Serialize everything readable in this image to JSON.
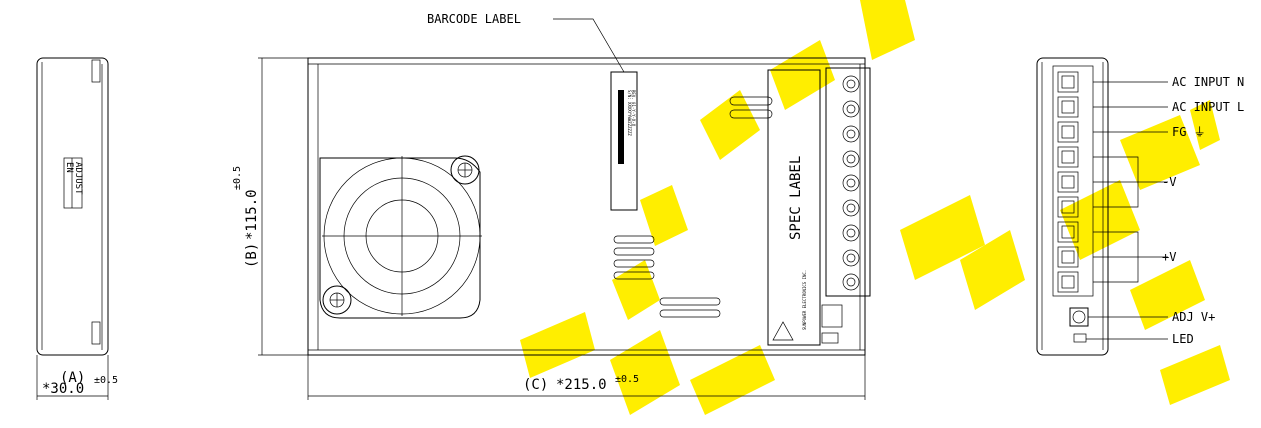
{
  "drawing": {
    "barcode_label": "BARCODE LABEL",
    "spec_label": "SPEC LABEL",
    "side_label": "ADJUST",
    "side_label_2": "EN",
    "dim_a": {
      "name": "(A)",
      "value": "*30.0",
      "tol": "±0.5"
    },
    "dim_b": {
      "name": "(B)",
      "value": "*115.0",
      "tol": "±0.5"
    },
    "dim_c": {
      "name": "(C)",
      "value": "*215.0",
      "tol": "±0.5"
    },
    "terminals": [
      {
        "label": "AC INPUT N"
      },
      {
        "label": "AC INPUT L"
      },
      {
        "label": "FG ⏚"
      },
      {
        "label": "-V"
      },
      {
        "label": "+V"
      },
      {
        "label": "ADJ V+"
      },
      {
        "label": "LED"
      }
    ],
    "barcode_small_text_1": "S/N: XXXXYYWWZZZZZZ",
    "barcode_small_text_2": "REV. 01-Y-Y-X-X",
    "spec_small_text": "SUNPOWER ELECTRONICS INC.",
    "watermark_color": "#ffee00"
  }
}
